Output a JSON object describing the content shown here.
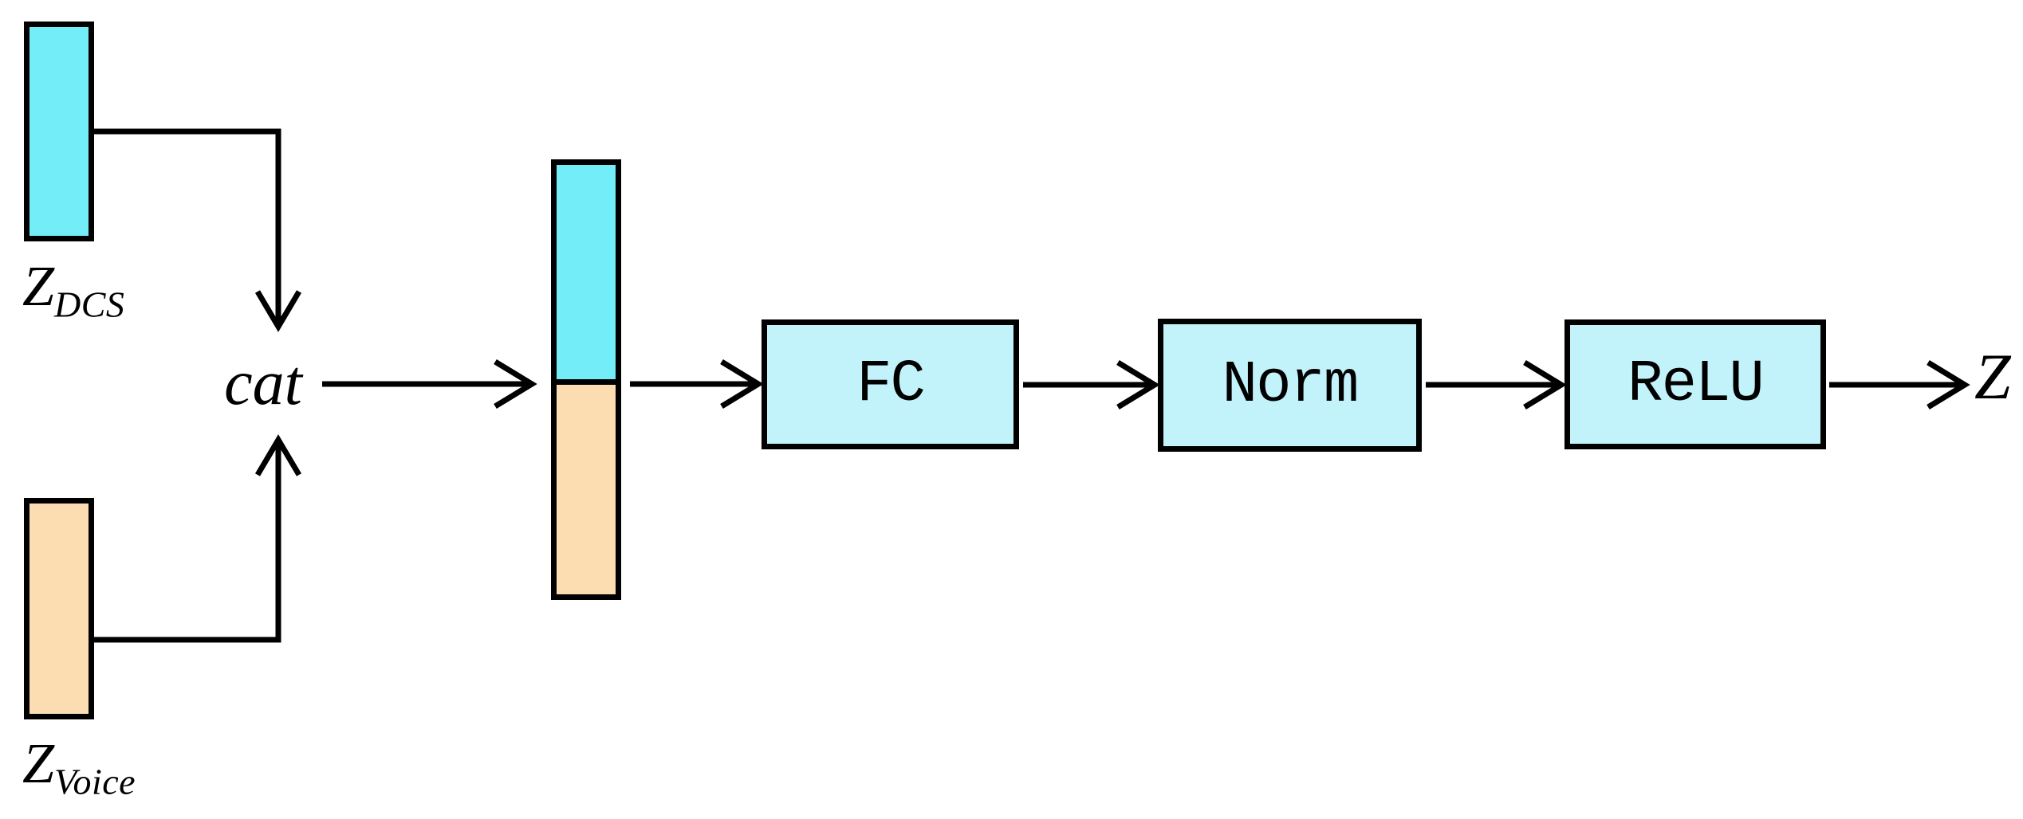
{
  "diagram": {
    "inputs": {
      "dcs": {
        "base": "Z",
        "sub": "DCS",
        "color": "#73EEF8"
      },
      "voice": {
        "base": "Z",
        "sub": "Voice",
        "color": "#FCDDB1"
      }
    },
    "concat": {
      "label": "cat",
      "top_color": "#73EEF8",
      "bottom_color": "#FCDDB1"
    },
    "blocks": [
      {
        "label": "FC"
      },
      {
        "label": "Norm"
      },
      {
        "label": "ReLU"
      }
    ],
    "output": {
      "label": "Z"
    },
    "colors": {
      "block_fill": "#C2F3FB",
      "stroke": "#000000"
    }
  }
}
